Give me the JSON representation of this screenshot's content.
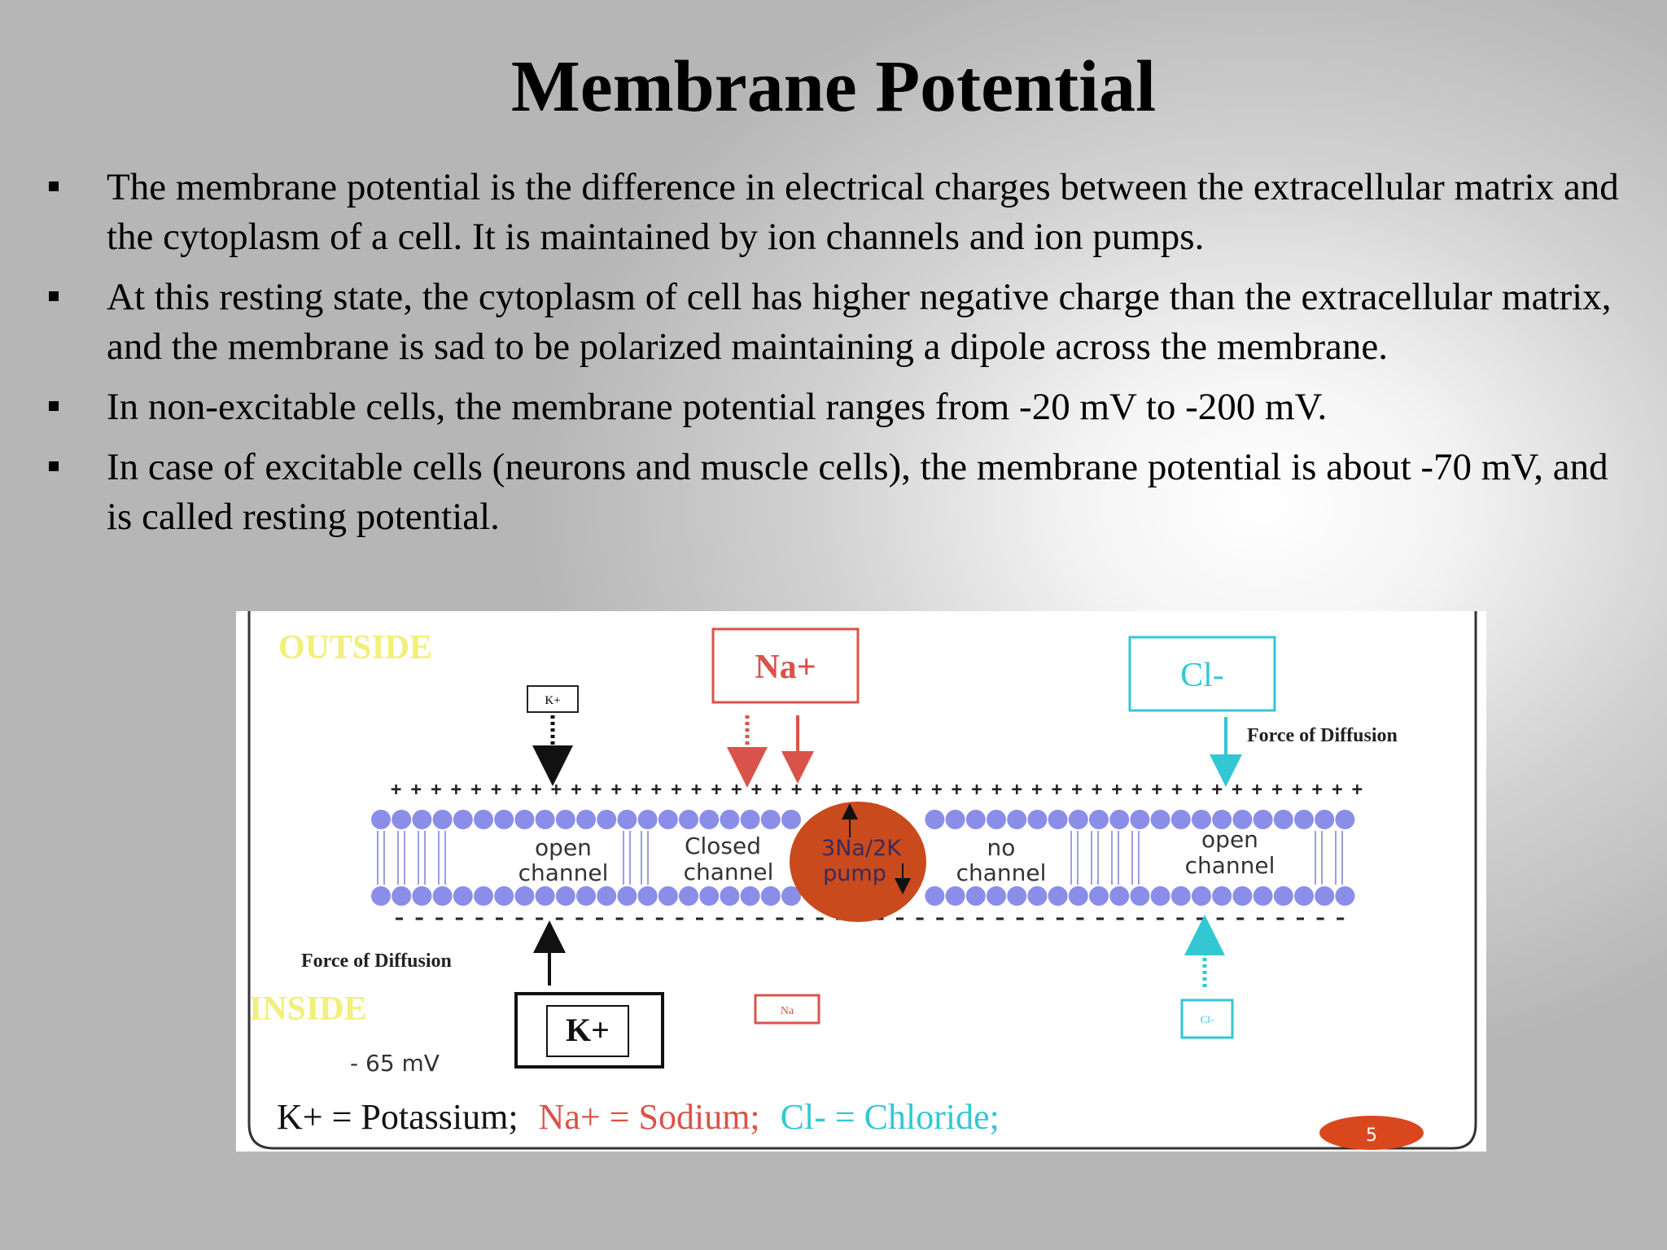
{
  "title": "Membrane Potential",
  "bullets": [
    "The membrane potential is the difference in electrical charges between the extracellular matrix and the cytoplasm of a cell. It is maintained by ion channels and ion pumps.",
    "At this resting state, the cytoplasm of cell has higher negative charge than the extracellular matrix, and the membrane is sad to be polarized maintaining a dipole across the membrane.",
    "In non-excitable cells, the membrane potential ranges from -20 mV to -200 mV.",
    "In case of excitable cells (neurons and muscle cells), the membrane potential is about -70 mV, and is called resting potential."
  ],
  "diagram": {
    "outside_label": "OUTSIDE",
    "inside_label": "INSIDE",
    "k_small": "K+",
    "na_box": "Na+",
    "cl_box": "Cl-",
    "force_top": "Force of Diffusion",
    "force_bottom": "Force of Diffusion",
    "channel_open_1": [
      "open",
      "channel"
    ],
    "channel_closed": [
      "Closed",
      "channel"
    ],
    "pump": [
      "3Na/2K",
      "pump"
    ],
    "channel_none": [
      "no",
      "channel"
    ],
    "channel_open_2": [
      "open",
      "channel"
    ],
    "k_large": "K+",
    "na_small": "Na",
    "cl_small": "Cl-",
    "voltage": "- 65 mV",
    "legend": {
      "k": "K+ = Potassium;",
      "na": "Na+ = Sodium;",
      "cl": "Cl- = Chloride;"
    },
    "page_number": "5",
    "colors": {
      "outside": "#f2ef7a",
      "sodium": "#d9534a",
      "chloride": "#33c7d4",
      "lipid": "#8a8ee8",
      "pump": "#c94a1c"
    }
  }
}
